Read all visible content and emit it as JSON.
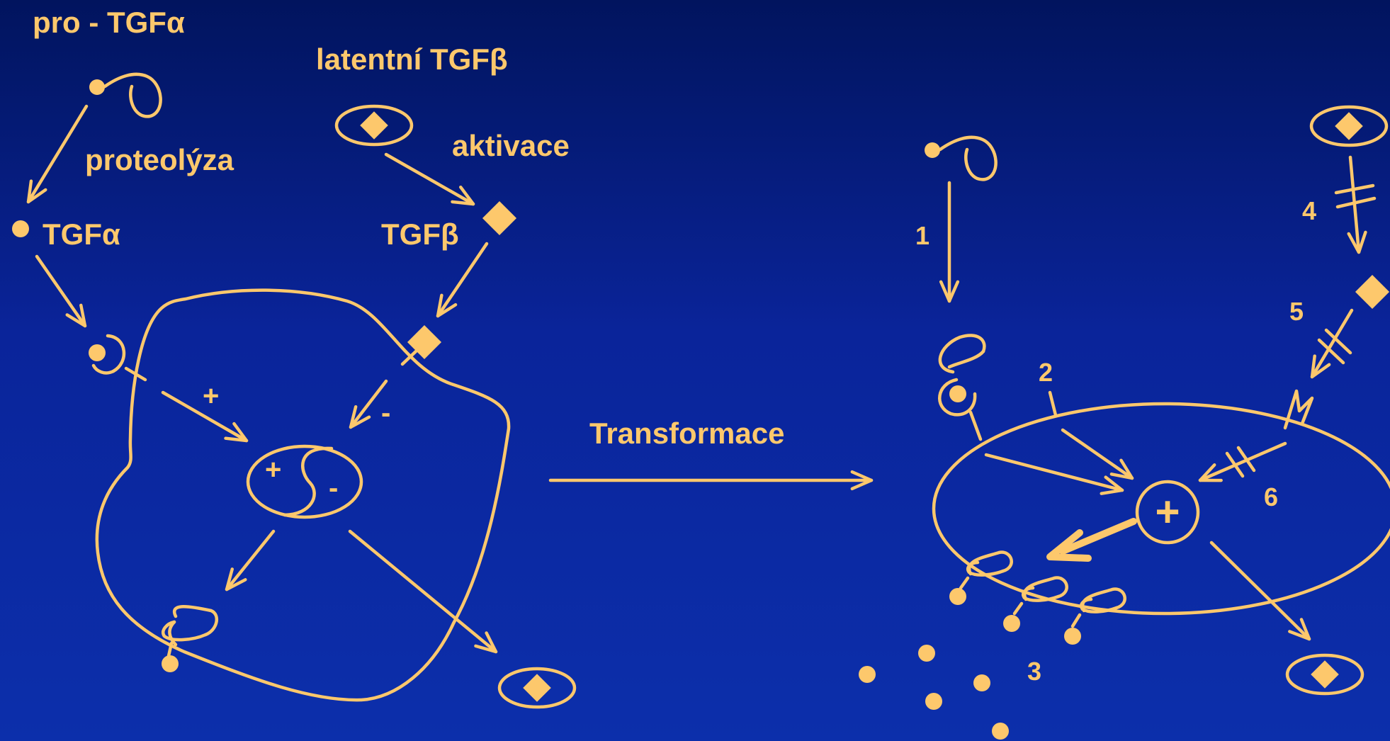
{
  "colors": {
    "background_top": "#01145e",
    "background_bottom": "#0c2fab",
    "ink": "#fdc86c"
  },
  "labels": {
    "pro_tgf_alpha": "pro - TGFα",
    "latent_tgf_beta": "latentní TGFβ",
    "proteolysis": "proteolýza",
    "activation": "aktivace",
    "tgf_alpha": "TGFα",
    "tgf_beta": "TGFβ",
    "transformation": "Transformace"
  },
  "signs": {
    "plus_stimulus": "+",
    "minus_inhibit": "-",
    "yin_plus": "+",
    "yin_minus": "-"
  },
  "steps": [
    "1",
    "2",
    "3",
    "4",
    "5",
    "6"
  ]
}
